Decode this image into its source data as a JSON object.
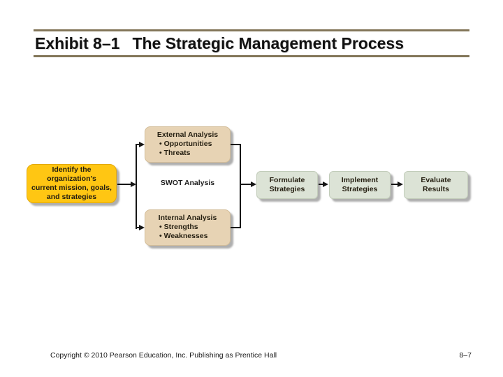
{
  "slide": {
    "title_prefix": "Exhibit 8–1",
    "title_text": "The Strategic Management Process",
    "footer": {
      "copyright": "Copyright © 2010 Pearson Education, Inc. Publishing as Prentice Hall",
      "page_number": "8–7"
    }
  },
  "diagram": {
    "identify_box": {
      "lines": [
        "Identify the",
        "organization’s",
        "current mission, goals,",
        "and strategies"
      ]
    },
    "external_box": {
      "title": "External Analysis",
      "bullets": [
        "• Opportunities",
        "• Threats"
      ]
    },
    "swot_label": "SWOT Analysis",
    "internal_box": {
      "title": "Internal Analysis",
      "bullets": [
        "• Strengths",
        "• Weaknesses"
      ]
    },
    "formulate_box": {
      "lines": [
        "Formulate",
        "Strategies"
      ]
    },
    "implement_box": {
      "lines": [
        "Implement",
        "Strategies"
      ]
    },
    "evaluate_box": {
      "lines": [
        "Evaluate",
        "Results"
      ]
    }
  },
  "colors": {
    "identify_fill": "#ffc613",
    "analysis_fill": "#e7d3b4",
    "process_fill": "#dce3d6",
    "title_rule": "#837659",
    "connector": "#151515",
    "background": "#ffffff"
  }
}
